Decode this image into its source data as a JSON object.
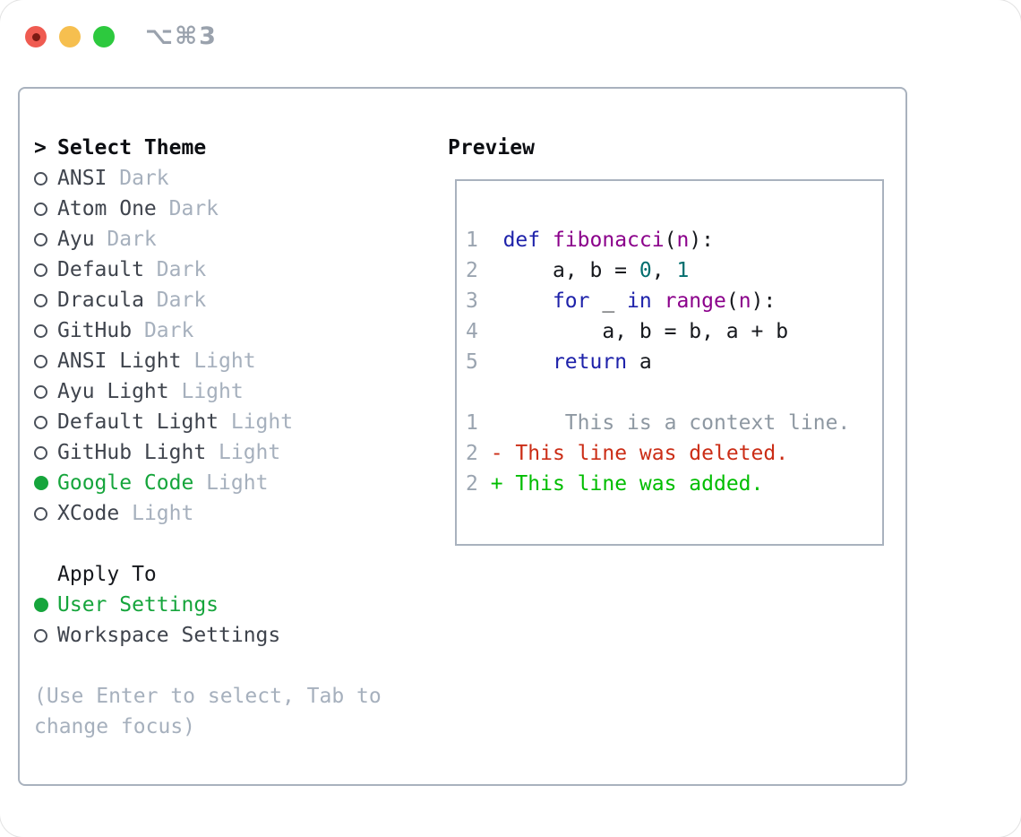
{
  "titlebar": {
    "title": "⌥⌘3"
  },
  "left": {
    "header": {
      "prefix": ">",
      "label": "Select Theme"
    },
    "themes": [
      {
        "name": "ANSI",
        "variant": "Dark",
        "selected": false
      },
      {
        "name": "Atom One",
        "variant": "Dark",
        "selected": false
      },
      {
        "name": "Ayu",
        "variant": "Dark",
        "selected": false
      },
      {
        "name": "Default",
        "variant": "Dark",
        "selected": false
      },
      {
        "name": "Dracula",
        "variant": "Dark",
        "selected": false
      },
      {
        "name": "GitHub",
        "variant": "Dark",
        "selected": false
      },
      {
        "name": "ANSI Light",
        "variant": "Light",
        "selected": false
      },
      {
        "name": "Ayu Light",
        "variant": "Light",
        "selected": false
      },
      {
        "name": "Default Light",
        "variant": "Light",
        "selected": false
      },
      {
        "name": "GitHub Light",
        "variant": "Light",
        "selected": false
      },
      {
        "name": "Google Code",
        "variant": "Light",
        "selected": true
      },
      {
        "name": "XCode",
        "variant": "Light",
        "selected": false
      }
    ],
    "apply_header": "Apply To",
    "apply_options": [
      {
        "name": "User Settings",
        "selected": true
      },
      {
        "name": "Workspace Settings",
        "selected": false
      }
    ],
    "help_lines": [
      "(Use Enter to select, Tab to",
      "change focus)"
    ]
  },
  "preview": {
    "title": "Preview",
    "lines": [
      [
        {
          "t": "1",
          "c": "num"
        },
        {
          "t": "  ",
          "c": "pln"
        },
        {
          "t": "def",
          "c": "kwd"
        },
        {
          "t": " ",
          "c": "pln"
        },
        {
          "t": "fibonacci",
          "c": "typ"
        },
        {
          "t": "(",
          "c": "pln"
        },
        {
          "t": "n",
          "c": "typ"
        },
        {
          "t": "):",
          "c": "pln"
        }
      ],
      [
        {
          "t": "2",
          "c": "num"
        },
        {
          "t": "      a, b = ",
          "c": "pln"
        },
        {
          "t": "0",
          "c": "lit"
        },
        {
          "t": ", ",
          "c": "pln"
        },
        {
          "t": "1",
          "c": "lit"
        }
      ],
      [
        {
          "t": "3",
          "c": "num"
        },
        {
          "t": "      ",
          "c": "pln"
        },
        {
          "t": "for",
          "c": "kwd"
        },
        {
          "t": " _ ",
          "c": "pln"
        },
        {
          "t": "in",
          "c": "kwd"
        },
        {
          "t": " ",
          "c": "pln"
        },
        {
          "t": "range",
          "c": "typ"
        },
        {
          "t": "(",
          "c": "pln"
        },
        {
          "t": "n",
          "c": "typ"
        },
        {
          "t": "):",
          "c": "pln"
        }
      ],
      [
        {
          "t": "4",
          "c": "num"
        },
        {
          "t": "          a, b = b, a + b",
          "c": "pln"
        }
      ],
      [
        {
          "t": "5",
          "c": "num"
        },
        {
          "t": "      ",
          "c": "pln"
        },
        {
          "t": "return",
          "c": "kwd"
        },
        {
          "t": " a",
          "c": "pln"
        }
      ],
      [],
      [
        {
          "t": "1",
          "c": "num"
        },
        {
          "t": "       ",
          "c": "pln"
        },
        {
          "t": "This is a context line.",
          "c": "ctx"
        }
      ],
      [
        {
          "t": "2",
          "c": "num"
        },
        {
          "t": " ",
          "c": "pln"
        },
        {
          "t": "- This line was deleted.",
          "c": "del"
        }
      ],
      [
        {
          "t": "2",
          "c": "num"
        },
        {
          "t": " ",
          "c": "pln"
        },
        {
          "t": "+ This line was added.",
          "c": "add"
        }
      ]
    ]
  },
  "colors": {
    "accent_green": "#16a53c",
    "kwd": "#1e22aa",
    "typ": "#8b008b",
    "lit": "#006e6e",
    "pln": "#16181d",
    "num": "#9aa4b0",
    "ctx": "#8e98a2",
    "del": "#cb2d16",
    "add": "#00bd00",
    "muted": "#a6b0bd",
    "border": "#a9b2be"
  }
}
